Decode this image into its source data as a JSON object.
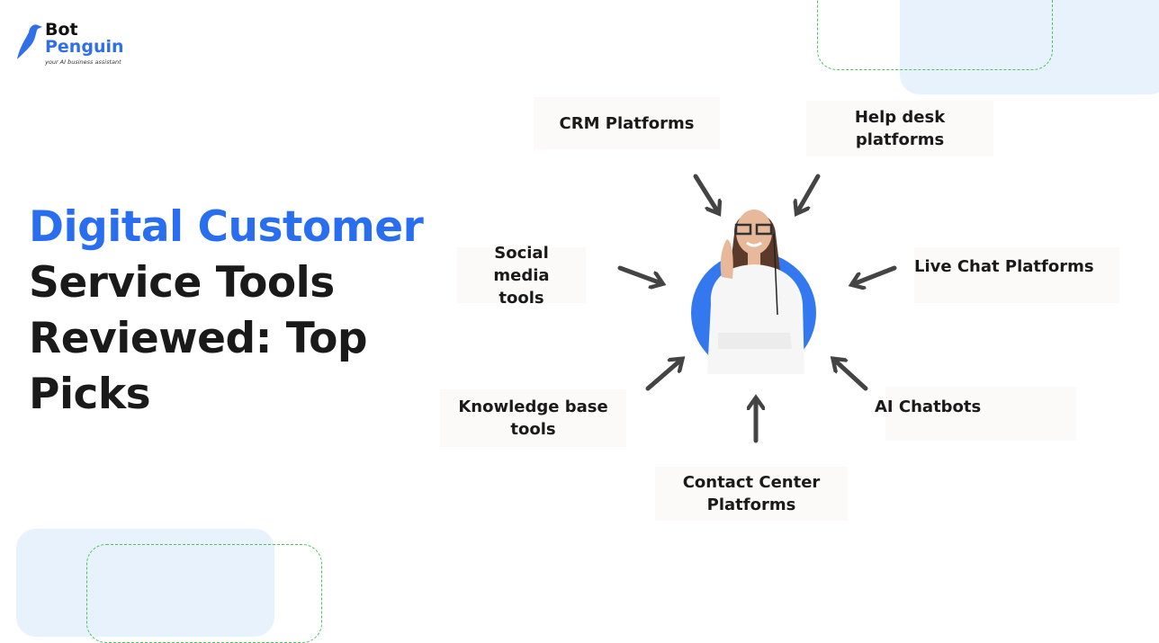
{
  "logo": {
    "line1": "Bot",
    "line2": "Penguin",
    "tagline": "your AI business assistant"
  },
  "title": {
    "highlight": "Digital Customer",
    "rest_lines": [
      "Service Tools",
      "Reviewed: Top",
      "Picks"
    ]
  },
  "tools": [
    {
      "label": "CRM Platforms"
    },
    {
      "label": "Help desk platforms"
    },
    {
      "label": "Social media tools"
    },
    {
      "label": "Live Chat Platforms"
    },
    {
      "label": "Knowledge base tools"
    },
    {
      "label": "AI Chatbots"
    },
    {
      "label": "Contact Center Platforms"
    }
  ],
  "colors": {
    "accent": "#2a6ef0",
    "circle": "#3478f0",
    "arrow": "#444444",
    "dash": "#4cc35a",
    "panel": "#e8f2fc"
  }
}
